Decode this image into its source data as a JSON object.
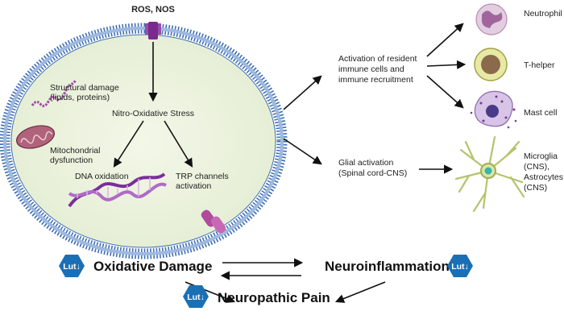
{
  "top_label": "ROS, NOS",
  "cell": {
    "center_label": "Nitro-Oxidative Stress",
    "structural_damage": [
      "Structural damage",
      "(lipids, proteins)"
    ],
    "mitochondrial": [
      "Mitochondrial",
      "dysfunction"
    ],
    "dna_oxidation": "DNA oxidation",
    "trp": [
      "TRP channels",
      "activation"
    ]
  },
  "immune_activation": [
    "Activation of resident",
    "immune cells and",
    "immune recruitment"
  ],
  "glial_activation": [
    "Glial activation",
    "(Spinal cord-CNS)"
  ],
  "cell_types": {
    "neutrophil": "Neutrophil",
    "t_helper": "T-helper",
    "mast_cell": "Mast cell",
    "microglia": [
      "Microglia",
      "(CNS),",
      "Astrocytes",
      "(CNS)"
    ]
  },
  "bottom": {
    "oxidative_damage": "Oxidative Damage",
    "neuroinflammation": "Neuroinflammation",
    "neuropathic_pain": "Neuropathic Pain",
    "lut_badge": "Lut↓"
  },
  "colors": {
    "membrane": "#3f6fb5",
    "cytoplasm": "#eef3e0",
    "dna": "#8b3fa8",
    "badge": "#1b6fb4",
    "arrow": "#111111"
  }
}
